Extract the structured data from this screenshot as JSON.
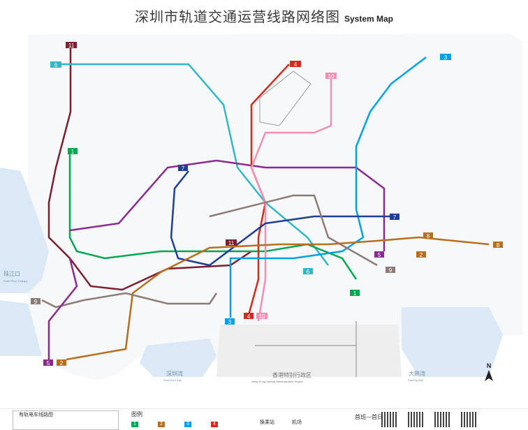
{
  "header": {
    "title_cn": "深圳市轨道交通运营线路网络图",
    "title_en": "System Map"
  },
  "lines": [
    {
      "id": "1",
      "label": "1",
      "color": "#00a650"
    },
    {
      "id": "2",
      "label": "2",
      "color": "#b86e1f"
    },
    {
      "id": "3",
      "label": "3",
      "color": "#00a0e9"
    },
    {
      "id": "4",
      "label": "4",
      "color": "#d6291c"
    },
    {
      "id": "5",
      "label": "5",
      "color": "#8a2a8e"
    },
    {
      "id": "6",
      "label": "6",
      "color": "#34b7c5"
    },
    {
      "id": "7",
      "label": "7",
      "color": "#1f3f96"
    },
    {
      "id": "8",
      "label": "8",
      "color": "#b86e1f"
    },
    {
      "id": "9",
      "label": "9",
      "color": "#8c7c78"
    },
    {
      "id": "10",
      "label": "10",
      "color": "#f48fb1"
    },
    {
      "id": "11",
      "label": "11",
      "color": "#7b1f2f"
    }
  ],
  "places": {
    "zhujiangkou_cn": "珠江口",
    "zhujiangkou_en": "Pearl River Estuary",
    "shenzhenwan_cn": "深圳湾",
    "shenzhenwan_en": "Shenzhen Bay",
    "hongkong_cn": "香港特别行政区",
    "hongkong_en": "Hong Kong Special Administrative Region",
    "dapengwan_cn": "大鹏湾",
    "dapengwan_en": "Dapeng Bay"
  },
  "compass": {
    "label": "N"
  },
  "legend": {
    "box_label": "有轨电车线路图",
    "title": "图例",
    "transfer": "换乘站",
    "airport": "机场",
    "ops": "首班—首日"
  }
}
